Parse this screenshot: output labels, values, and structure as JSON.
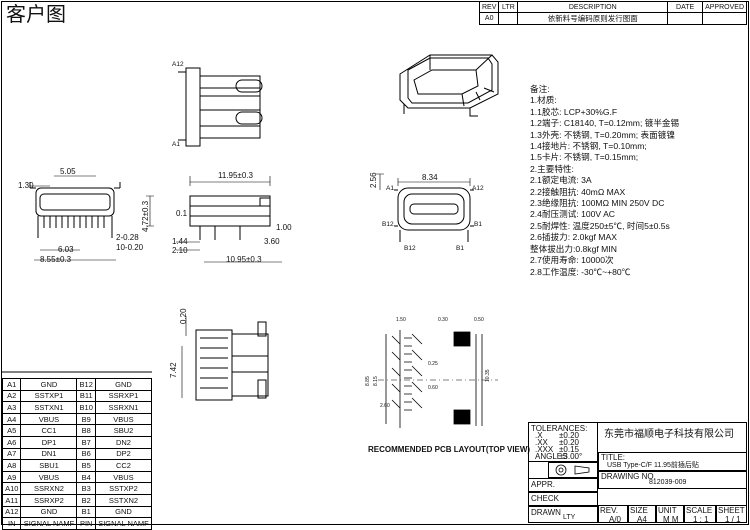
{
  "header": {
    "title": "客户图"
  },
  "revision_table": {
    "headers": [
      "REV",
      "LTR",
      "DESCRIPTION",
      "DATE",
      "APPROVED"
    ],
    "rows": [
      {
        "rev": "A0",
        "ltr": "",
        "description": "依新料号编码原则发行图面",
        "date": "",
        "approved": ""
      }
    ]
  },
  "top_view": {
    "label_a12": "A12",
    "label_a1": "A1"
  },
  "dimensions": {
    "d_1195": "11.95±0.3",
    "d_505": "5.05",
    "d_130": "1.30",
    "d_472": "4.72±0.3",
    "d_01": "0.1",
    "d_100": "1.00",
    "d_360": "3.60",
    "d_144": "1.44",
    "d_210": "2.10",
    "d_1095": "10.95±0.3",
    "d_228": "2-0.28",
    "d_1020": "10-0.20",
    "d_603": "6.03",
    "d_855": "8.55±0.3",
    "d_834": "8.34",
    "d_256": "2.56",
    "d_020": "0.20",
    "d_742": "7.42"
  },
  "front_view_labels": {
    "a1": "A1",
    "b12": "B12",
    "a12": "A12",
    "b1": "B1",
    "b12_bottom": "B12",
    "b1_bottom": "B1"
  },
  "notes": {
    "heading": "备注:",
    "items": [
      "1.材质:",
      "1.1胶芯: LCP+30%G.F",
      "1.2端子: C18140, T=0.12mm; 镀半金锡",
      "1.3外壳: 不锈钢, T=0.20mm; 表面镀镍",
      "1.4接地片: 不锈钢, T=0.10mm;",
      "1.5卡片: 不锈钢, T=0.15mm;",
      "2.主要特性:",
      "2.1额定电流: 3A",
      "2.2接触阻抗: 40mΩ MAX",
      "2.3绝缘阻抗: 100MΩ MIN 250V DC",
      "2.4耐压测试: 100V AC",
      "2.5耐焊性: 温度250±5℃, 时间5±0.5s",
      "2.6插拔力: 2.0kgf MAX",
      "     整体拔出力:0.8kgf MIN",
      "2.7使用寿命: 10000次",
      "2.8工作温度: -30℃~+80℃"
    ]
  },
  "pcb_layout": {
    "caption": "RECOMMENDED PCB LAYOUT(TOP VIEW)",
    "dims": {
      "top_a": "1.50",
      "top_b": "0.30",
      "right_a": "0.50",
      "right_b": "10.35",
      "left_a": "8.85",
      "left_b": "8.15",
      "small_a": "0.25",
      "small_b": "0.60",
      "bottom": "2.60"
    }
  },
  "pin_table": {
    "header": [
      "IN",
      "SIGNAL NAMF",
      "PIN",
      "SIGNAL NAMF"
    ],
    "rows": [
      [
        "A1",
        "GND",
        "B12",
        "GND"
      ],
      [
        "A2",
        "SSTXP1",
        "B11",
        "SSRXP1"
      ],
      [
        "A3",
        "SSTXN1",
        "B10",
        "SSRXN1"
      ],
      [
        "A4",
        "VBUS",
        "B9",
        "VBUS"
      ],
      [
        "A5",
        "CC1",
        "B8",
        "SBU2"
      ],
      [
        "A6",
        "DP1",
        "B7",
        "DN2"
      ],
      [
        "A7",
        "DN1",
        "B6",
        "DP2"
      ],
      [
        "A8",
        "SBU1",
        "B5",
        "CC2"
      ],
      [
        "A9",
        "VBUS",
        "B4",
        "VBUS"
      ],
      [
        "A10",
        "SSRXN2",
        "B3",
        "SSTXP2"
      ],
      [
        "A11",
        "SSRXP2",
        "B2",
        "SSTXN2"
      ],
      [
        "A12",
        "GND",
        "B1",
        "GND"
      ]
    ]
  },
  "title_block": {
    "company": "东莞市福顺电子科技有限公司",
    "tolerances_label": "TOLERANCES:",
    "tol_x": ".X",
    "tol_x_val": "±0.20",
    "tol_xx": ".XX",
    "tol_xx_val": "±0.20",
    "tol_xxx": ".XXX",
    "tol_xxx_val": "±0.15",
    "angles": "ANGLES",
    "angles_val": "±3.00°",
    "title_label": "TITLE:",
    "title_value": "USB Type-C/F 11.95前插后贴",
    "drawing_no_label": "DRAWING NO.",
    "drawing_no_value": "812039-009",
    "appr_label": "APPR.",
    "check_label": "CHECK",
    "drawn_label": "DRAWN",
    "drawn_value": "LTY",
    "rev_label": "REV.",
    "rev_value": "A/0",
    "size_label": "SIZE",
    "size_value": "A4",
    "unit_label": "UNIT",
    "unit_value": "M M",
    "scale_label": "SCALE",
    "scale_value": "1 : 1",
    "sheet_label": "SHEET",
    "sheet_value": "1 / 1"
  }
}
